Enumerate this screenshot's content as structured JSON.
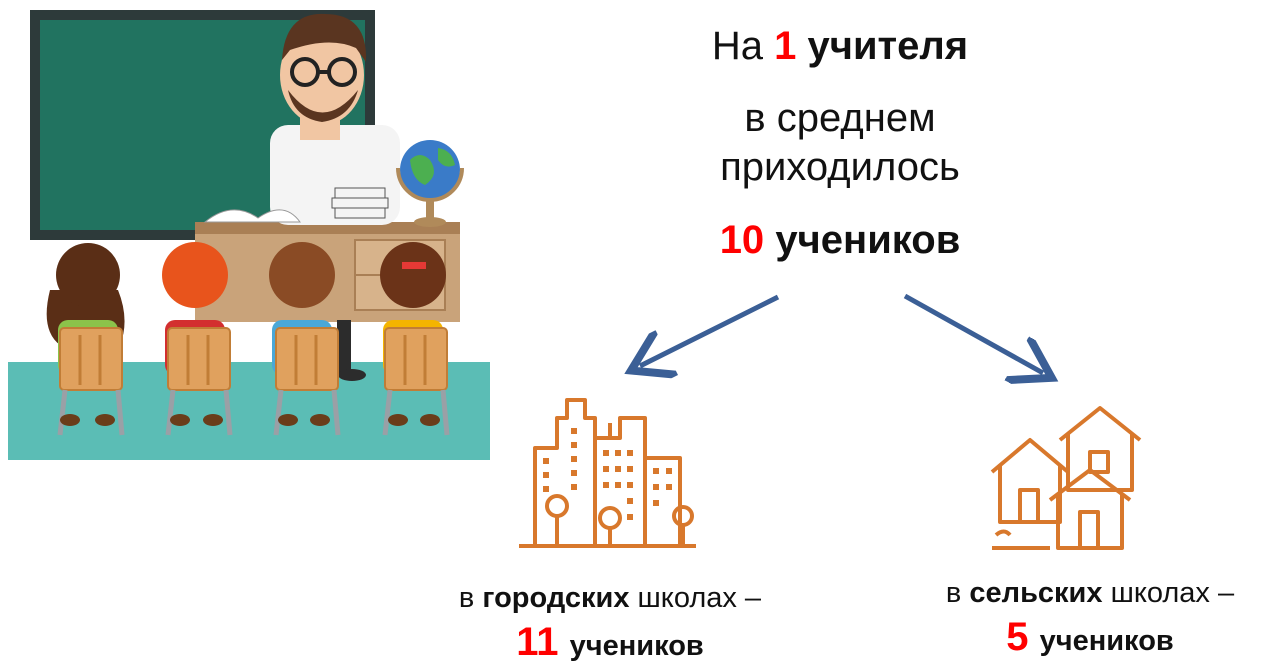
{
  "headline": {
    "line1_pre": "На",
    "line1_num": "1",
    "line1_post": "учителя",
    "line2": "в среднем",
    "line3": "приходилось",
    "line4_num": "10",
    "line4_post": "учеников"
  },
  "urban": {
    "prefix": "в",
    "bold": "городских",
    "suffix": "школах –",
    "count": "11",
    "unit": "учеников",
    "icon": "city-buildings-icon"
  },
  "rural": {
    "prefix": "в",
    "bold": "сельских",
    "suffix": "школах –",
    "count": "5",
    "unit": "учеников",
    "icon": "village-houses-icon"
  },
  "illustration": "classroom-teacher-students-illustration",
  "colors": {
    "accent_red": "#ff0000",
    "arrow_blue": "#3b5f96",
    "icon_orange": "#d8782c",
    "board_green": "#1e6b5a",
    "floor_teal": "#5bbdb5"
  }
}
